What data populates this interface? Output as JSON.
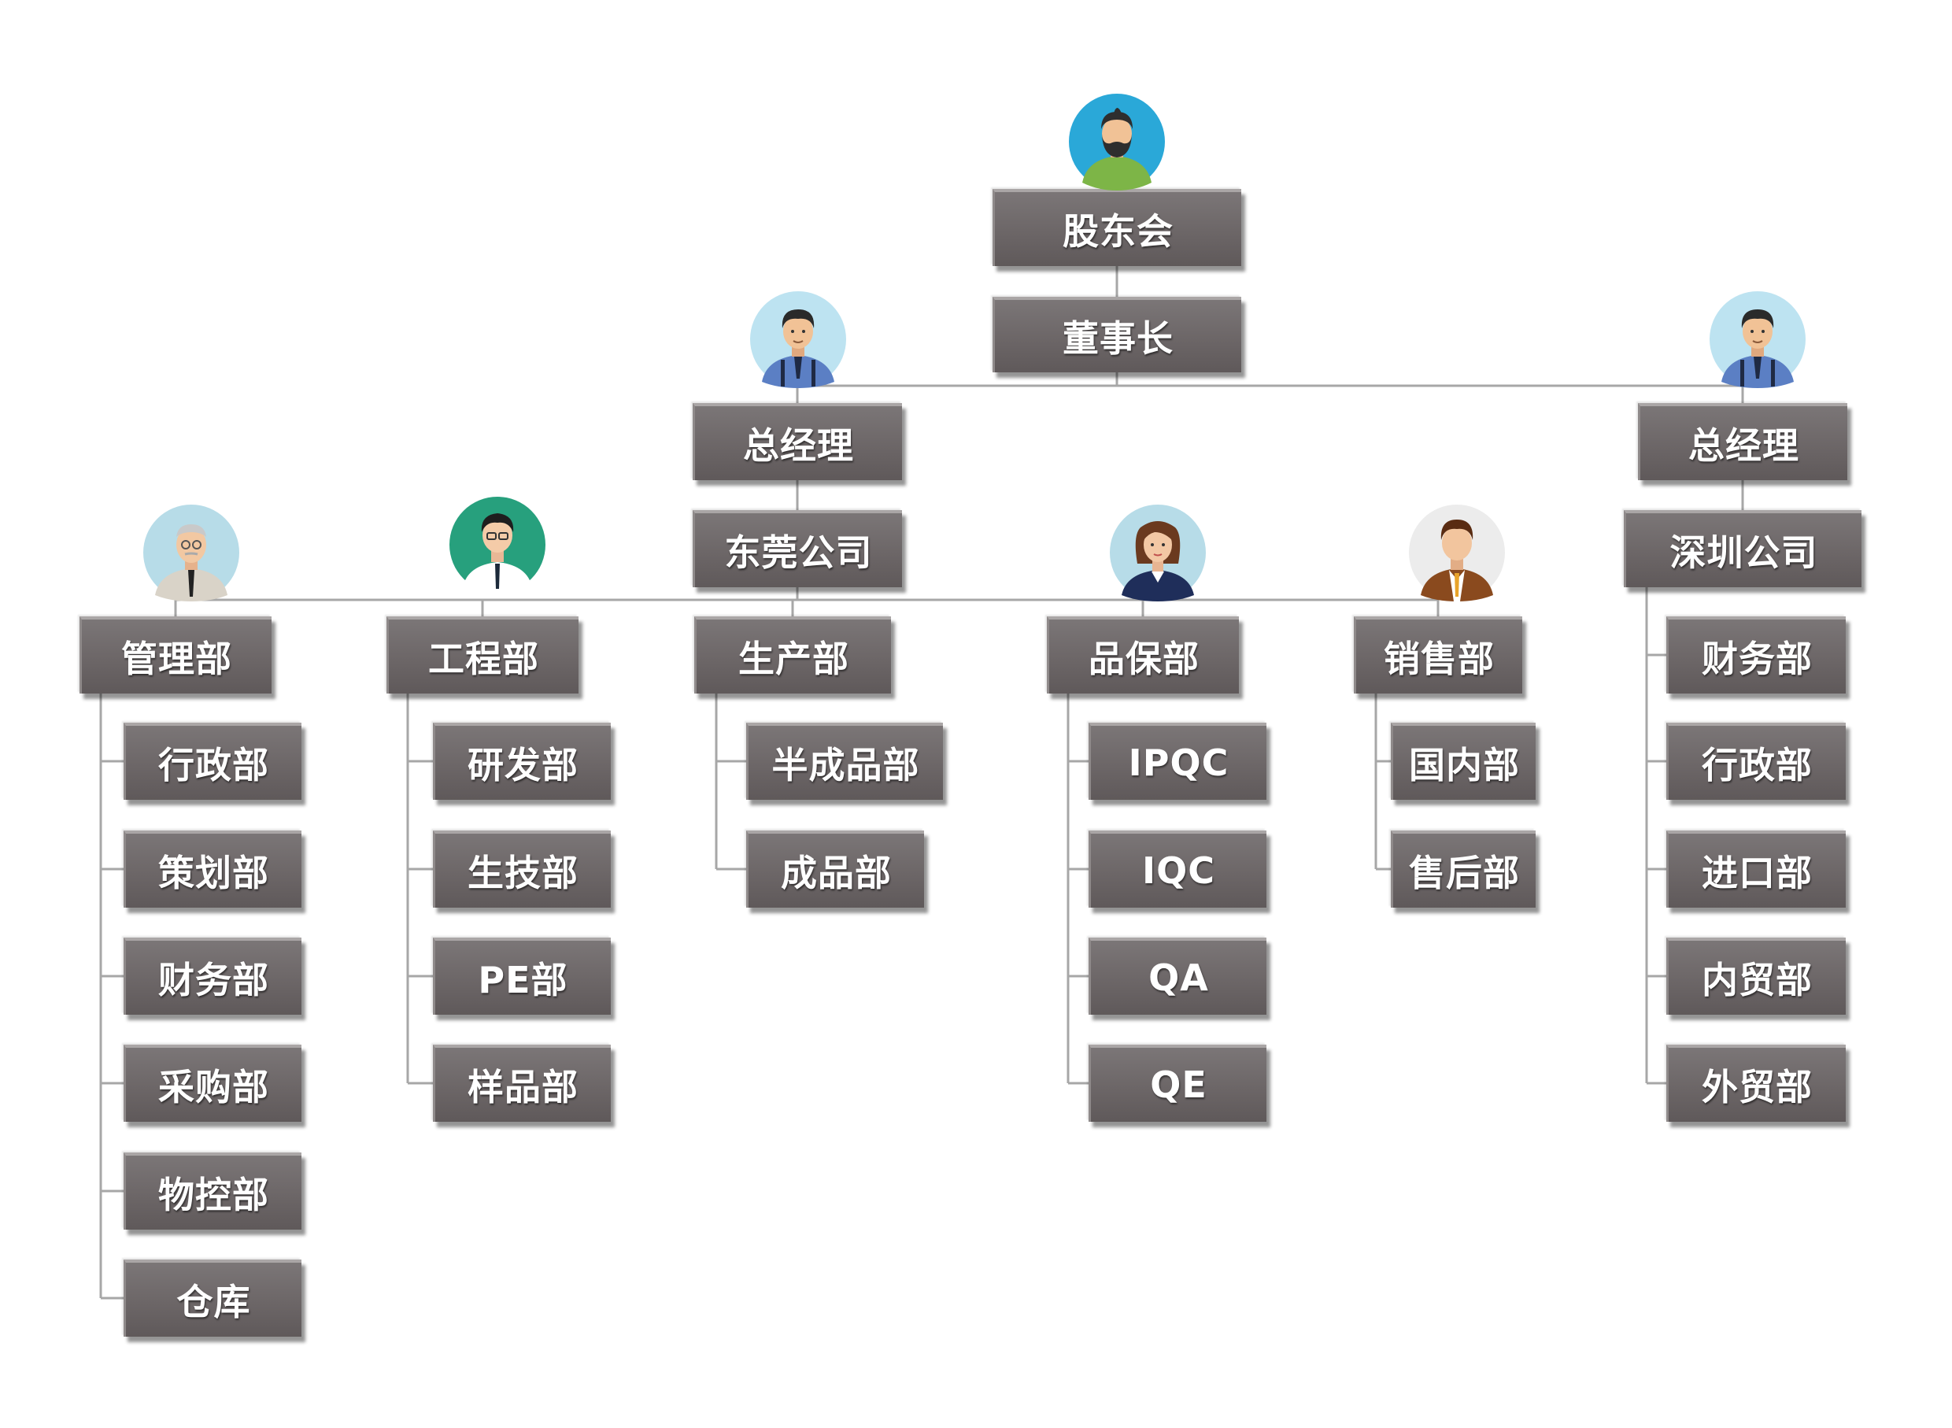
{
  "org_chart": {
    "root": "股东会",
    "chairman": "董事长",
    "branches": [
      {
        "manager": "总经理",
        "company": "东莞公司",
        "departments": [
          {
            "name": "管理部",
            "subs": [
              "行政部",
              "策划部",
              "财务部",
              "采购部",
              "物控部",
              "仓库"
            ]
          },
          {
            "name": "工程部",
            "subs": [
              "研发部",
              "生技部",
              "PE部",
              "样品部"
            ]
          },
          {
            "name": "生产部",
            "subs": [
              "半成品部",
              "成品部"
            ]
          },
          {
            "name": "品保部",
            "subs": [
              "IPQC",
              "IQC",
              "QA",
              "QE"
            ]
          },
          {
            "name": "销售部",
            "subs": [
              "国内部",
              "售后部"
            ]
          }
        ]
      },
      {
        "manager": "总经理",
        "company": "深圳公司",
        "subs": [
          "财务部",
          "行政部",
          "进口部",
          "内贸部",
          "外贸部"
        ]
      }
    ]
  },
  "avatars": {
    "root": "bearded-man-icon",
    "manager_dg": "businessman-icon",
    "manager_sz": "businessman-icon",
    "management": "elderly-man-icon",
    "engineering": "engineer-icon",
    "quality": "businesswoman-icon",
    "sales": "salesman-icon"
  },
  "colors": {
    "box_fill": "#6c6667",
    "box_text": "#ffffff",
    "connector": "#a7a7a7",
    "background": "#ffffff"
  }
}
